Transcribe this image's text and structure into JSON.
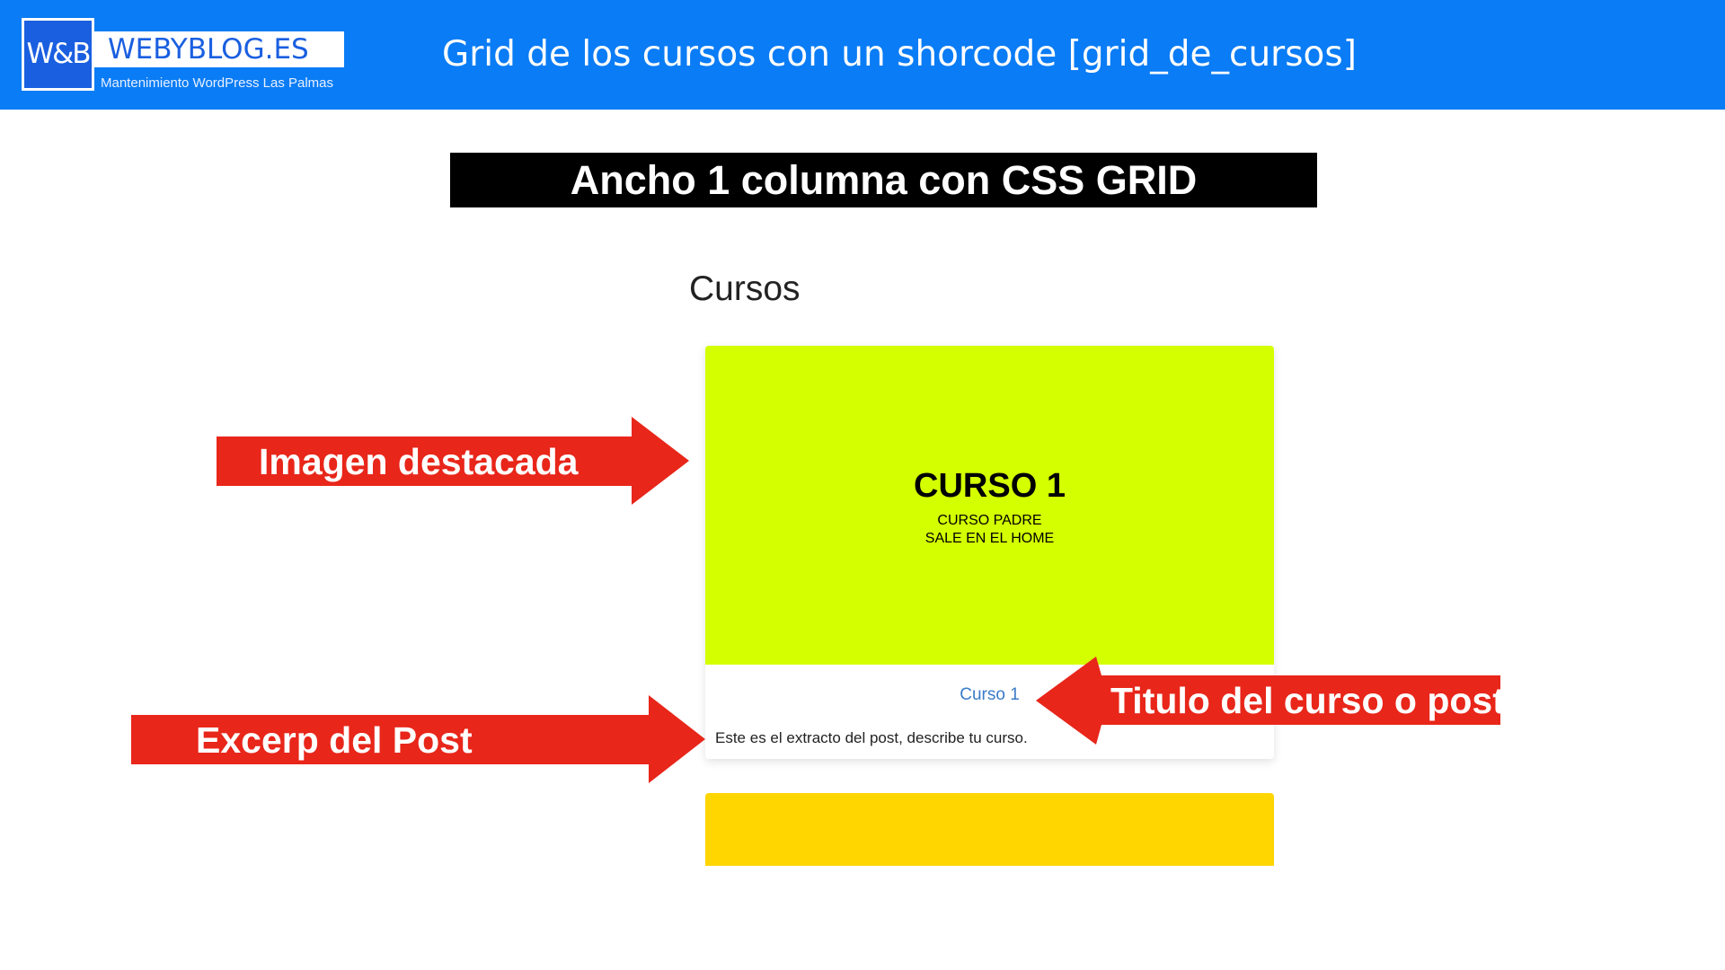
{
  "header": {
    "logo": {
      "mark": "W&B",
      "name": "WEBYBLOG.ES",
      "tagline": "Mantenimiento WordPress Las Palmas"
    },
    "title": "Grid de los cursos con un shorcode [grid_de_cursos]",
    "background_color": "#0a7cf5"
  },
  "banner": {
    "text": "Ancho 1 columna con CSS GRID"
  },
  "main": {
    "section_title": "Cursos",
    "cards": [
      {
        "image_title": "CURSO 1",
        "image_subtitle_line1": "CURSO PADRE",
        "image_subtitle_line2": "SALE EN EL HOME",
        "image_color": "#d4ff00",
        "title": "Curso 1",
        "excerpt": "Este es el extracto del post, describe tu curso."
      },
      {
        "image_color": "#ffd600"
      }
    ]
  },
  "annotations": {
    "color": "#e8261a",
    "featured_image": "Imagen destacada",
    "excerpt": "Excerp del Post",
    "title": "Titulo del curso o post"
  }
}
